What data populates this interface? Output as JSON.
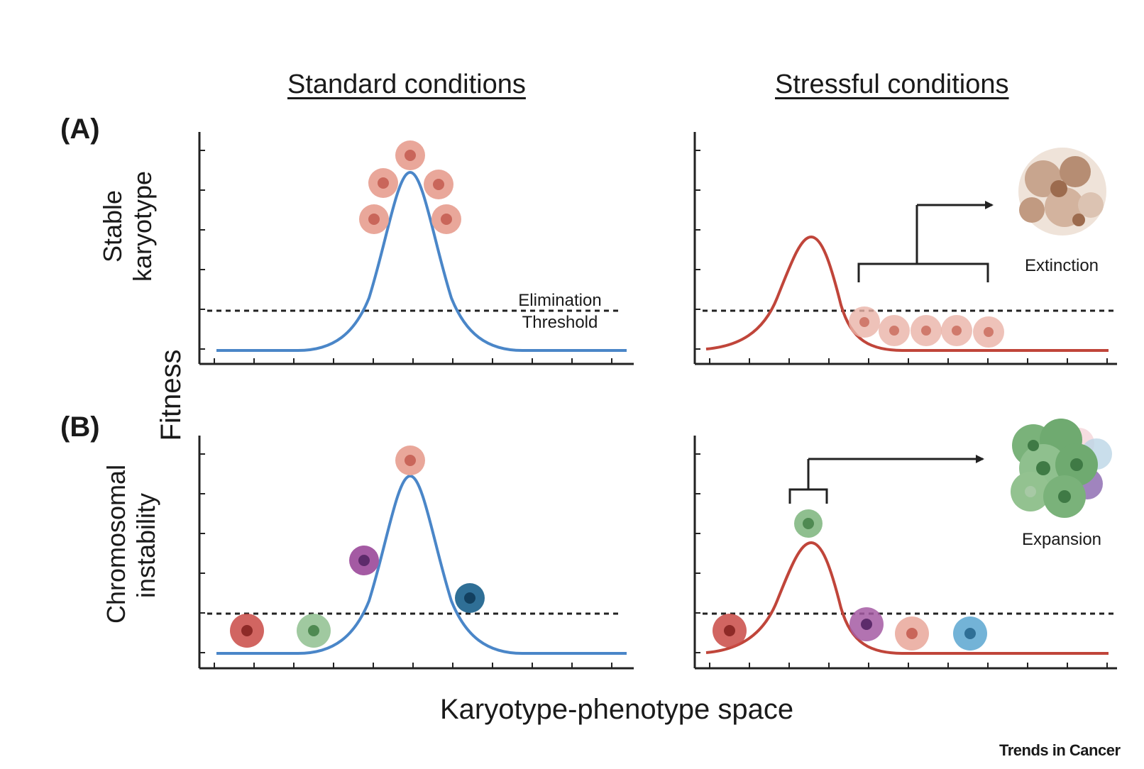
{
  "columns": {
    "standard": "Standard conditions",
    "stressful": "Stressful conditions"
  },
  "panels": {
    "a": "(A)",
    "b": "(B)"
  },
  "rows": {
    "stable_line1": "Stable",
    "stable_line2": "karyotype",
    "cin_line1": "Chromosomal",
    "cin_line2": "instability"
  },
  "axes": {
    "y": "Fitness",
    "x": "Karyotype-phenotype space"
  },
  "threshold": {
    "line1": "Elimination",
    "line2": "Threshold"
  },
  "outcomes": {
    "extinction": "Extinction",
    "expansion": "Expansion"
  },
  "journal": "Trends in Cancer",
  "colors": {
    "standard_curve": "#4a86c8",
    "stress_curve": "#c0453a",
    "threshold_line": "#222222",
    "cell_pink": "#e9a79a",
    "cell_red": "#c94a45",
    "cell_green": "#8fbf8f",
    "cell_purple": "#a45aa3",
    "cell_teal": "#2f6f96",
    "cell_blue": "#5aa6d0",
    "cell_brown": "#c8a58e",
    "cell_darkgreen": "#6faa70"
  }
}
